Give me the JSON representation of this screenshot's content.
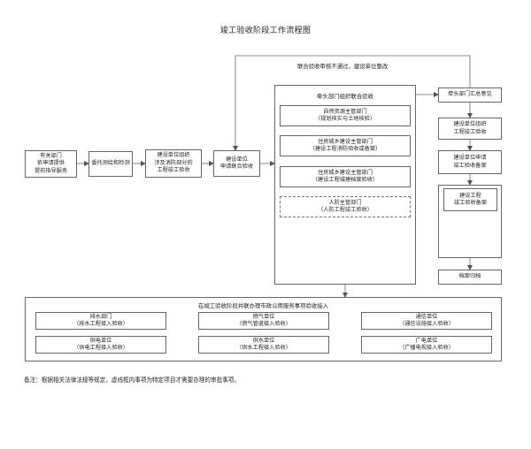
{
  "title": "竣工验收阶段工作流程图",
  "loop_note": "联合验收审核不通过，建设单位整改",
  "flow": {
    "b1": [
      "有关部门",
      "依申请提供",
      "提前指导服务"
    ],
    "b2": [
      "委托测绘和检测"
    ],
    "b3": [
      "建设单位组织",
      "涉及消防部分的",
      "工程竣工验收"
    ],
    "b4": [
      "建设单位",
      "申请联合验收"
    ]
  },
  "joint": {
    "title": "牵头部门组织联合验收",
    "items": [
      [
        "自然资源主管部门",
        "（规划核实与土地核验）"
      ],
      [
        "住房城乡建设主管部门",
        "（建设工程消防验收或备案）"
      ],
      [
        "住房城乡建设主管部门",
        "（建设工程城建档案验收）"
      ],
      [
        "人防主管部门",
        "（人防工程竣工验收）"
      ]
    ]
  },
  "right": {
    "summary": "牵头部门汇总意见",
    "org": [
      "建设单位组织",
      "工程竣工验收"
    ],
    "apply": [
      "建设单位申请",
      "竣工验收备案"
    ],
    "record_box": [
      "建设工程",
      "竣工验收备案"
    ],
    "archive": "档案归档"
  },
  "utility": {
    "title": "在竣工验收阶段并联办理市政公用服务事项验收接入",
    "items": [
      [
        "排水部门",
        "（排水工程接入验收）"
      ],
      [
        "燃气单位",
        "（燃气管道接入验收）"
      ],
      [
        "通信单位",
        "（通信设施接入验收）"
      ],
      [
        "供电单位",
        "（供电工程接入验收）"
      ],
      [
        "供水单位",
        "（供水工程接入验收）"
      ],
      [
        "广电单位",
        "（广播电视接入验收）"
      ]
    ]
  },
  "note": "备注：根据相关法律法规等规定，虚线框内事项为特定项目才需要办理的审批事项。"
}
